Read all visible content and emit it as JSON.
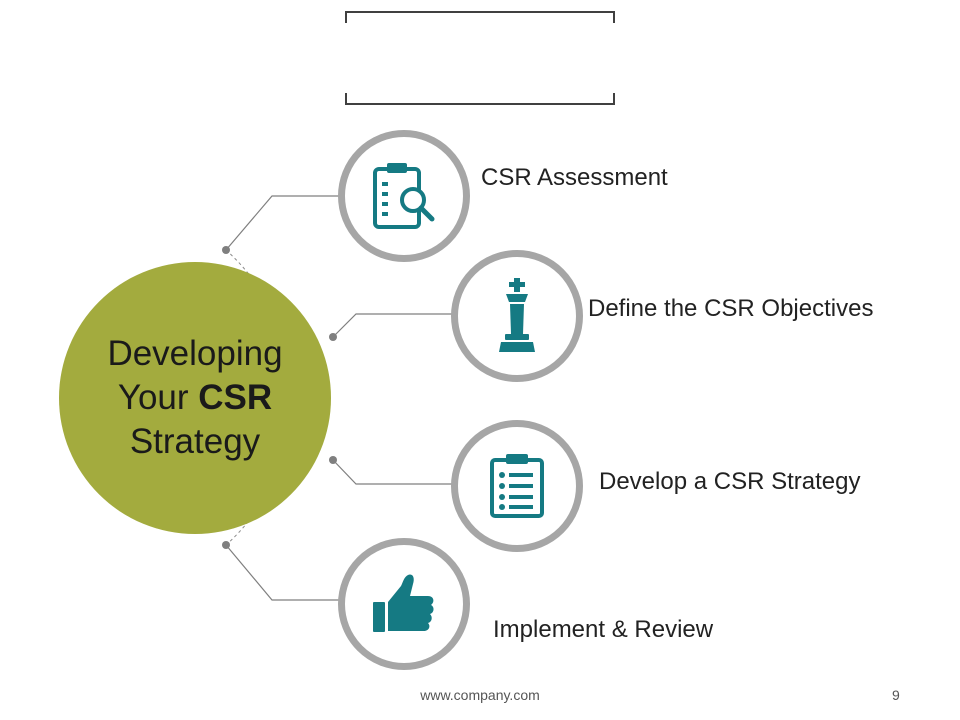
{
  "title_placeholder": "",
  "center": {
    "line1": "Developing",
    "line2_prefix": "Your ",
    "line2_bold": "CSR",
    "line3": "Strategy"
  },
  "steps": [
    {
      "label": "CSR Assessment",
      "icon": "clipboard-search-icon"
    },
    {
      "label": "Define the CSR Objectives",
      "icon": "chess-king-icon"
    },
    {
      "label": "Develop a CSR Strategy",
      "icon": "checklist-clipboard-icon"
    },
    {
      "label": "Implement & Review",
      "icon": "thumbs-up-icon"
    }
  ],
  "footer": {
    "url": "www.company.com",
    "page": "9"
  },
  "colors": {
    "accent": "#a3ab3e",
    "icon": "#157a83",
    "ring": "#a6a6a6",
    "connector": "#7f7f7f"
  }
}
